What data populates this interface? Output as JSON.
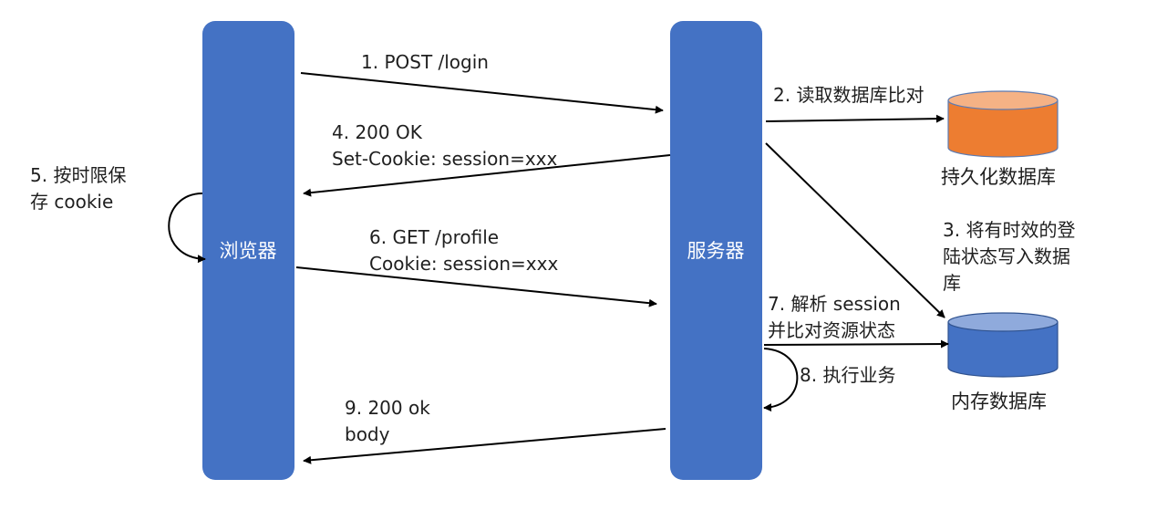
{
  "lanes": {
    "browser": "浏览器",
    "server": "服务器"
  },
  "databases": {
    "persistent": "持久化数据库",
    "memory": "内存数据库"
  },
  "steps": {
    "s1": [
      "1. POST /login"
    ],
    "s2": [
      "2. 读取数据库比对"
    ],
    "s3": [
      "3. 将有时效的登",
      "陆状态写入数据",
      "库"
    ],
    "s4": [
      "4. 200 OK",
      "Set-Cookie: session=xxx"
    ],
    "s5": [
      "5. 按时限保",
      "存 cookie"
    ],
    "s6": [
      "6. GET /profile",
      "Cookie: session=xxx"
    ],
    "s7": [
      "7. 解析 session",
      "并比对资源状态"
    ],
    "s8": [
      "8. 执行业务"
    ],
    "s9": [
      "9. 200 ok",
      "body"
    ]
  },
  "colors": {
    "lane": "#4472c4",
    "persistent_db": "#ed7d31",
    "memory_db": "#4472c4",
    "arrow": "#000000"
  }
}
